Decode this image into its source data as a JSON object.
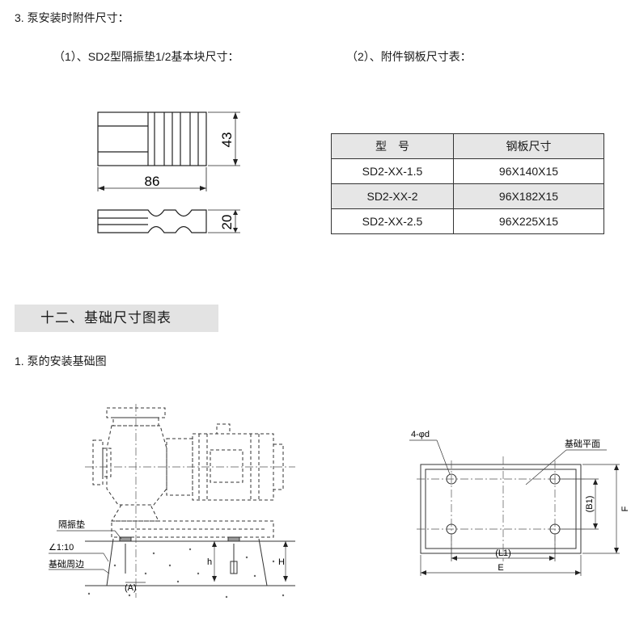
{
  "section3": {
    "title": "3. 泵安装时附件尺寸：",
    "sub1": "（1）、SD2型隔振垫1/2基本块尺寸：",
    "sub2": "（2）、附件钢板尺寸表："
  },
  "pad_drawing": {
    "width": "86",
    "height": "43",
    "thickness": "20"
  },
  "plate_table": {
    "headers": [
      "型　号",
      "钢板尺寸"
    ],
    "rows": [
      [
        "SD2-XX-1.5",
        "96X140X15"
      ],
      [
        "SD2-XX-2",
        "96X182X15"
      ],
      [
        "SD2-XX-2.5",
        "96X225X15"
      ]
    ]
  },
  "section12": {
    "heading": "十二、基础尺寸图表",
    "sub1": "1. 泵的安装基础图"
  },
  "install_drawing": {
    "label_pad": "隔振垫",
    "label_slope": "∠1:10",
    "label_edge": "基础周边",
    "label_a": "(A)",
    "label_h": "h",
    "label_H": "H"
  },
  "foundation_plan": {
    "label_holes": "4-φd",
    "label_plane": "基础平面",
    "label_l1": "(L1)",
    "label_e": "E",
    "label_b1": "(B1)",
    "label_f": "F"
  }
}
